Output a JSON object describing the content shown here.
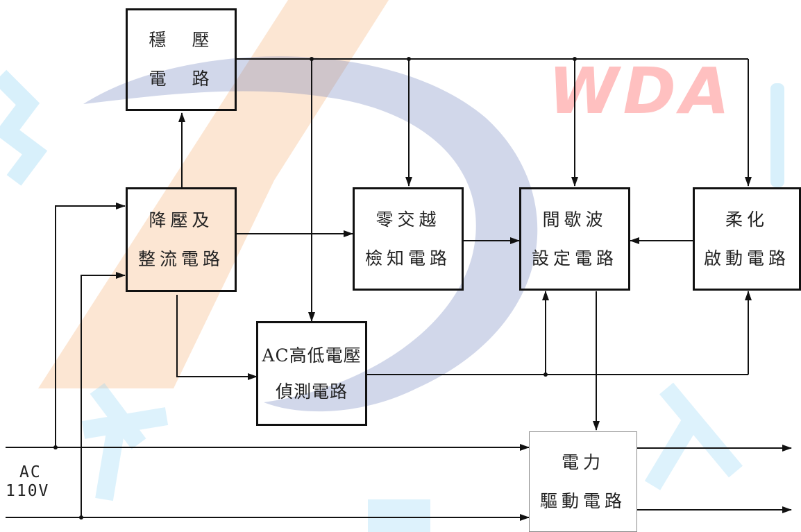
{
  "watermark": {
    "text": "WDA",
    "colors": {
      "orange": "#f4a460",
      "blue": "#5a6fb5",
      "cyan": "#8fd3f4",
      "red": "#ff4d4d"
    }
  },
  "blocks": {
    "voltage_regulator": {
      "lines": [
        "穩　壓",
        "電　路"
      ]
    },
    "step_down_rectifier": {
      "lines": [
        "降壓及",
        "整流電路"
      ]
    },
    "zero_crossing_detector": {
      "lines": [
        "零交越",
        "檢知電路"
      ]
    },
    "intermittent_wave_setting": {
      "lines": [
        "間歇波",
        "設定電路"
      ]
    },
    "soft_start": {
      "lines": [
        "柔化",
        "啟動電路"
      ]
    },
    "ac_voltage_detector": {
      "lines": [
        "AC高低電壓",
        "偵測電路"
      ]
    },
    "power_driver": {
      "lines": [
        "電力",
        "驅動電路"
      ]
    }
  },
  "input_label": {
    "lines": [
      "AC",
      "110V"
    ]
  },
  "colors": {
    "line": "#111111",
    "text": "#222222"
  }
}
